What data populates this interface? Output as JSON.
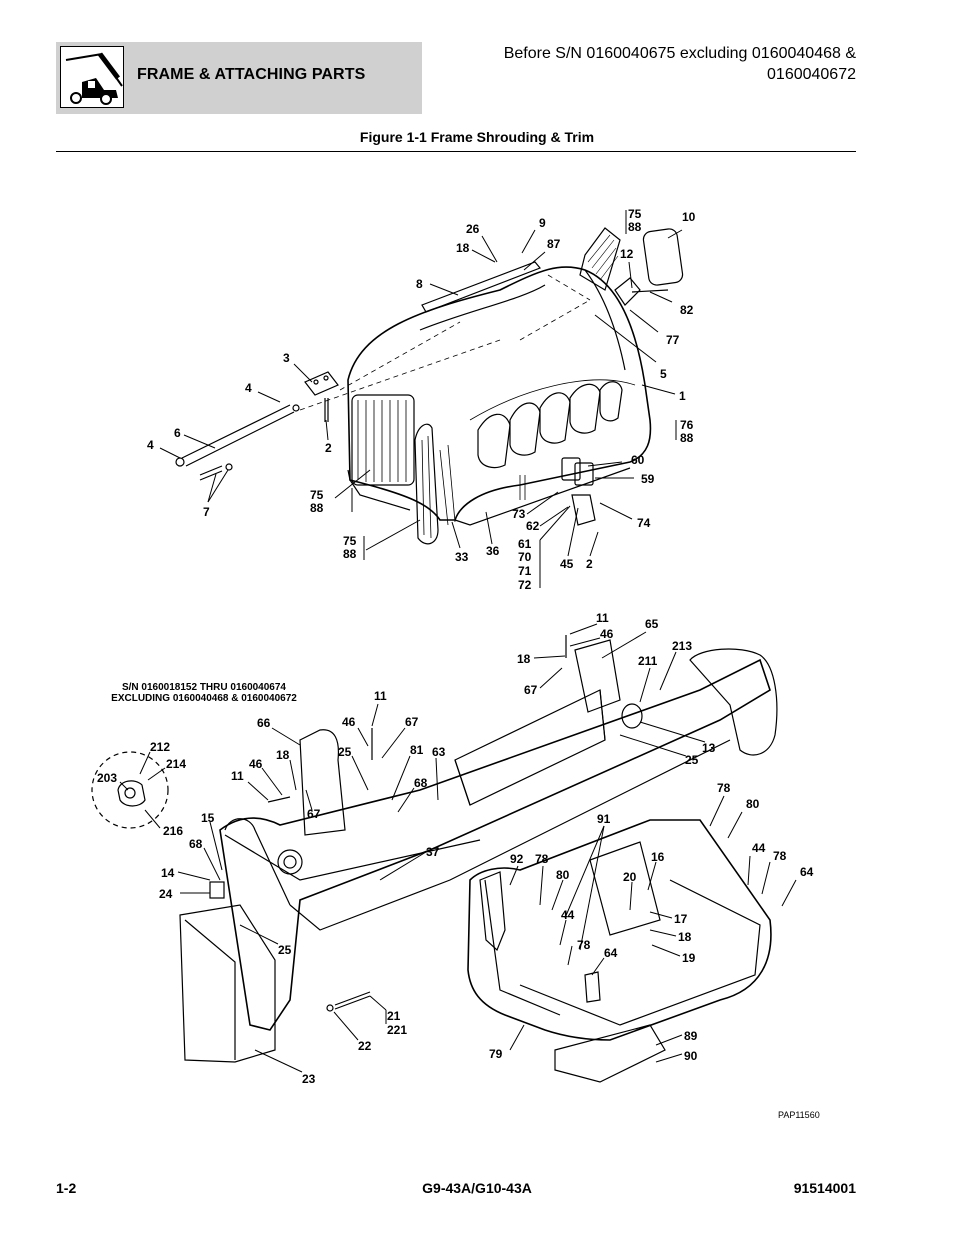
{
  "header": {
    "section_title": "FRAME & ATTACHING PARTS",
    "serial_note_line1": "Before S/N 0160040675 excluding 0160040468 &",
    "serial_note_line2": "0160040672"
  },
  "figure_title": "Figure 1-1 Frame Shrouding & Trim",
  "serial_range": {
    "line1": "S/N 0160018152 THRU 0160040674",
    "line2": "EXCLUDING 0160040468 & 0160040672"
  },
  "drawing_id": "PAP11560",
  "callouts": [
    "26",
    "9",
    "87",
    "18",
    "8",
    "75",
    "88",
    "10",
    "12",
    "82",
    "77",
    "5",
    "1",
    "3",
    "4",
    "2",
    "6",
    "4",
    "7",
    "76",
    "88",
    "60",
    "59",
    "74",
    "73",
    "62",
    "61",
    "70",
    "71",
    "72",
    "45",
    "2",
    "75",
    "88",
    "75",
    "88",
    "33",
    "36",
    "11",
    "46",
    "65",
    "18",
    "211",
    "213",
    "67",
    "13",
    "25",
    "11",
    "46",
    "67",
    "25",
    "81",
    "63",
    "68",
    "66",
    "18",
    "46",
    "11",
    "67",
    "212",
    "214",
    "203",
    "216",
    "15",
    "68",
    "14",
    "24",
    "25",
    "37",
    "91",
    "92",
    "78",
    "80",
    "16",
    "20",
    "17",
    "18",
    "19",
    "44",
    "78",
    "64",
    "78",
    "80",
    "44",
    "78",
    "64",
    "21",
    "221",
    "22",
    "23",
    "79",
    "89",
    "90"
  ],
  "footer": {
    "page": "1-2",
    "model": "G9-43A/G10-43A",
    "manual_number": "91514001"
  },
  "icons": {
    "logo": "telehandler-icon"
  }
}
